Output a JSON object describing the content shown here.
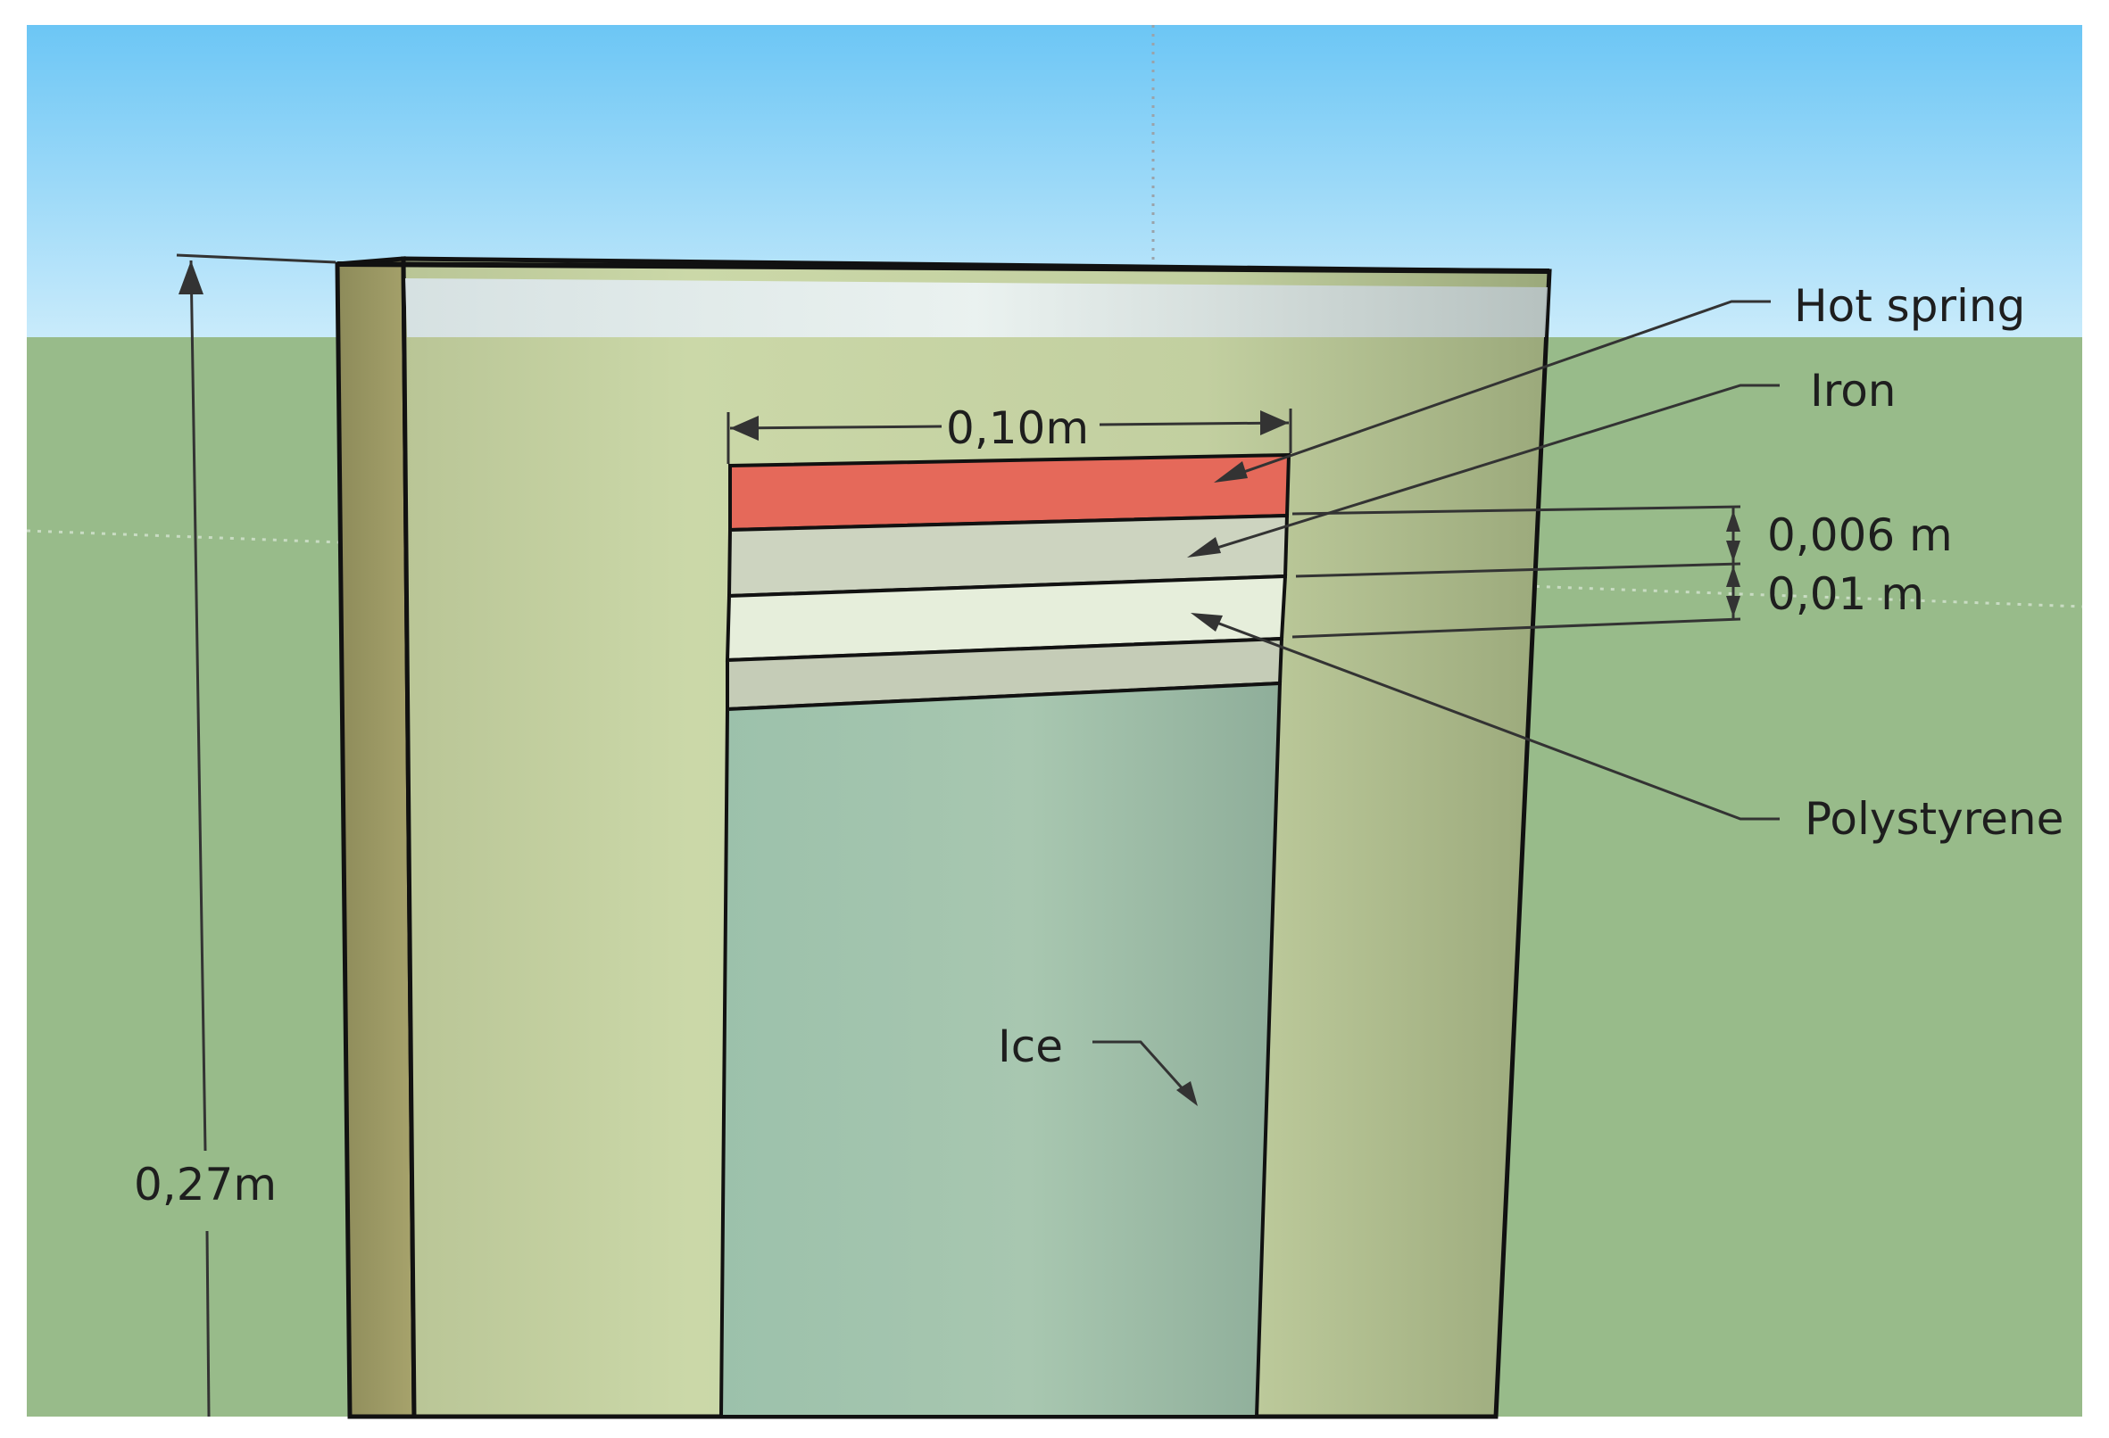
{
  "labels": {
    "hot_spring": "Hot spring",
    "iron": "Iron",
    "polystyrene": "Polystyrene",
    "ice": "Ice"
  },
  "dimensions": {
    "width": "0,10m",
    "height": "0,27m",
    "iron_thickness": "0,006 m",
    "polystyrene_thickness": "0,01 m"
  },
  "colors": {
    "sky_top": "#6cc6f5",
    "sky_bottom": "#c9ebfb",
    "ground": "#98bb8a",
    "hot_spring": "#e5695a",
    "iron": "#cdd4c0",
    "polystyrene": "#e6eedb",
    "ice": "#9fc3ac",
    "outline": "#111111"
  }
}
